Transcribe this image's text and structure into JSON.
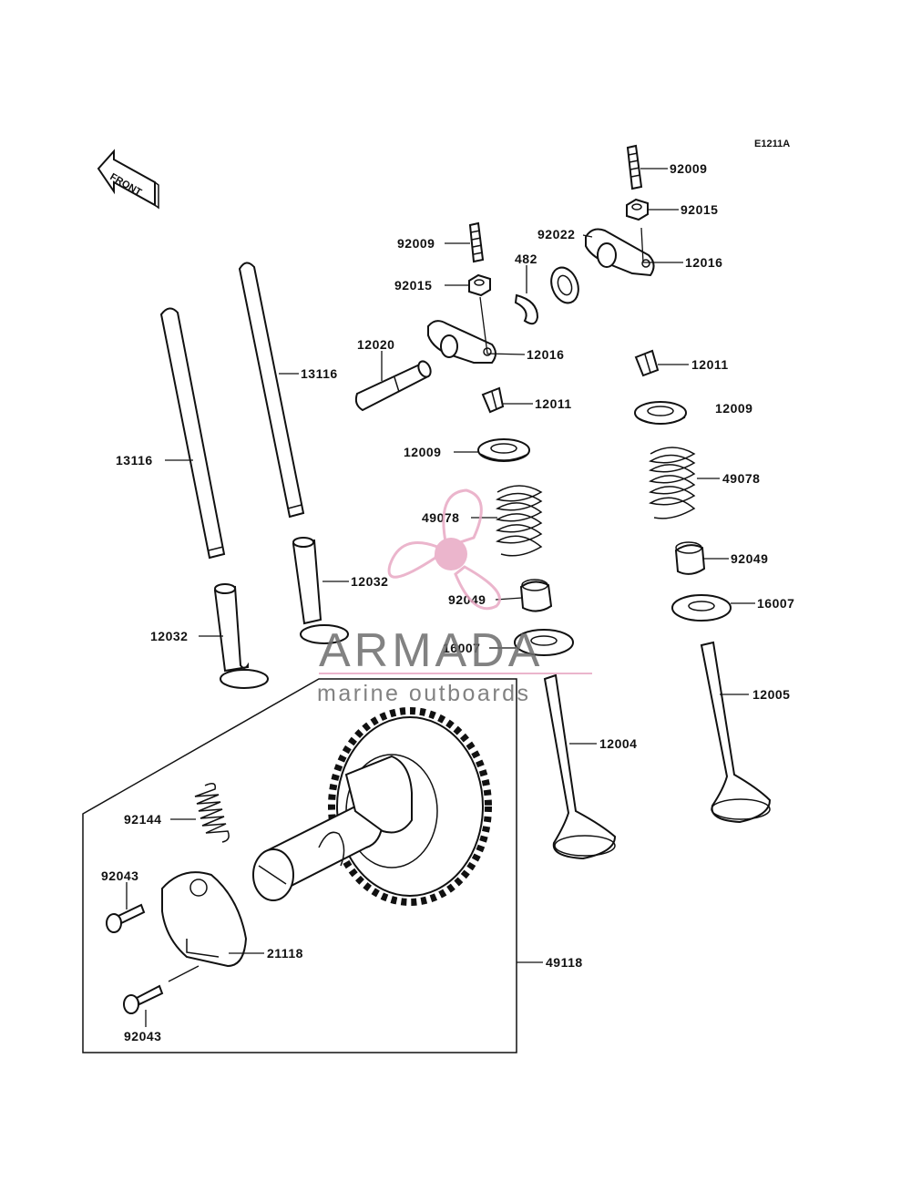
{
  "diagram_code": "E1211A",
  "front_arrow_text": "FRONT",
  "watermark": {
    "brand": "ARMADA",
    "tagline": "marine outboards",
    "brand_color": "#6d6d6d",
    "accent_color": "#e8a9c4"
  },
  "labels": [
    {
      "id": "l1",
      "text": "92009"
    },
    {
      "id": "l2",
      "text": "92015"
    },
    {
      "id": "l3",
      "text": "92022"
    },
    {
      "id": "l4",
      "text": "12016"
    },
    {
      "id": "l5",
      "text": "92009"
    },
    {
      "id": "l6",
      "text": "482"
    },
    {
      "id": "l7",
      "text": "92015"
    },
    {
      "id": "l8",
      "text": "12020"
    },
    {
      "id": "l9",
      "text": "12016"
    },
    {
      "id": "l10",
      "text": "13116"
    },
    {
      "id": "l11",
      "text": "12011"
    },
    {
      "id": "l12",
      "text": "12011"
    },
    {
      "id": "l13",
      "text": "12009"
    },
    {
      "id": "l14",
      "text": "12009"
    },
    {
      "id": "l15",
      "text": "13116"
    },
    {
      "id": "l16",
      "text": "49078"
    },
    {
      "id": "l17",
      "text": "49078"
    },
    {
      "id": "l18",
      "text": "92049"
    },
    {
      "id": "l19",
      "text": "12032"
    },
    {
      "id": "l20",
      "text": "92049"
    },
    {
      "id": "l21",
      "text": "16007"
    },
    {
      "id": "l22",
      "text": "12032"
    },
    {
      "id": "l23",
      "text": "16007"
    },
    {
      "id": "l24",
      "text": "12005"
    },
    {
      "id": "l25",
      "text": "12004"
    },
    {
      "id": "l26",
      "text": "92144"
    },
    {
      "id": "l27",
      "text": "92043"
    },
    {
      "id": "l28",
      "text": "21118"
    },
    {
      "id": "l29",
      "text": "49118"
    },
    {
      "id": "l30",
      "text": "92043"
    }
  ]
}
